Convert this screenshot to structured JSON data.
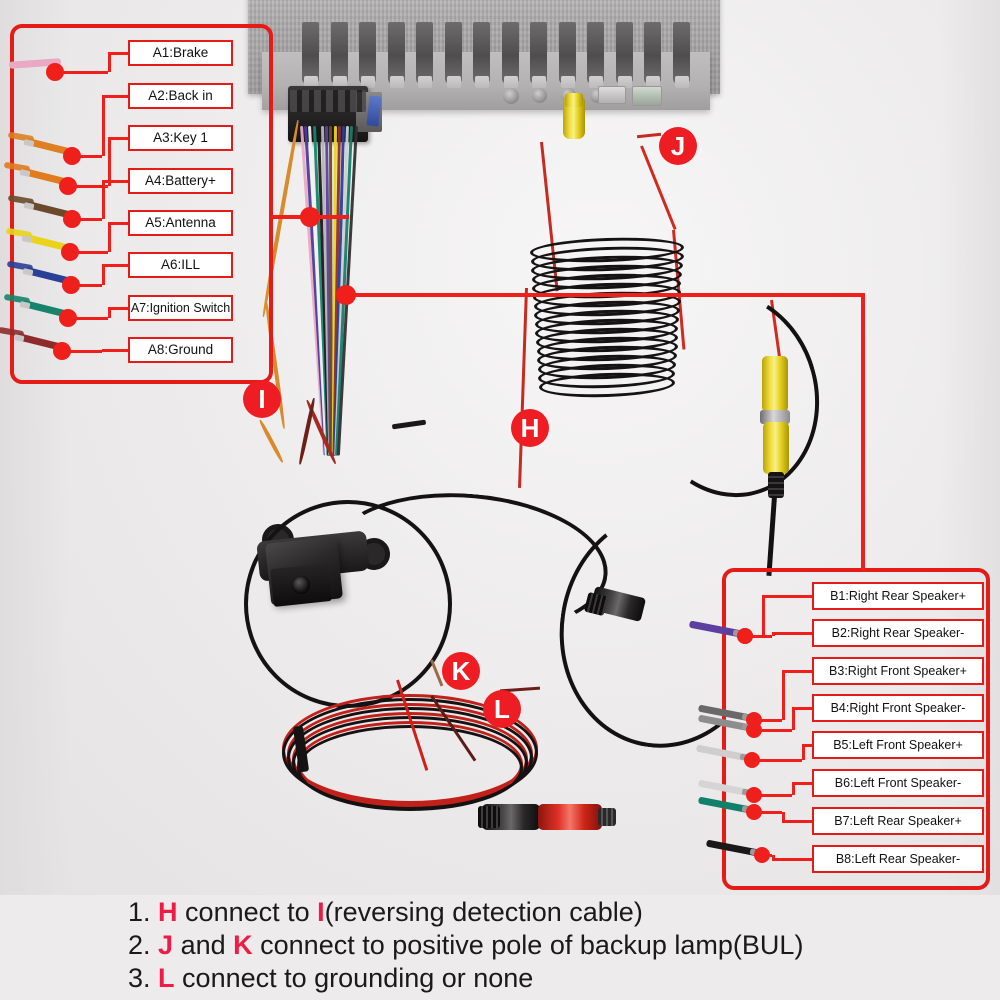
{
  "diagram": {
    "title": "Car head unit wiring harness and backup camera connection diagram",
    "accent_color": "#ee1c23",
    "label_border_color": "#e51b18",
    "background_color": "#ecebeb"
  },
  "harness_a_panel": {
    "name": "A connector wire labels",
    "labels": [
      {
        "id": "A1",
        "text": "A1:Brake",
        "wire_color": "#e9a8c4"
      },
      {
        "id": "A2",
        "text": "A2:Back in",
        "wire_color": "#dd7f22"
      },
      {
        "id": "A3",
        "text": "A3:Key 1",
        "wire_color": "#e07b1e"
      },
      {
        "id": "A4",
        "text": "A4:Battery+",
        "wire_color": "#6a4a2a"
      },
      {
        "id": "A5",
        "text": "A5:Antenna",
        "wire_color": "#ead31a"
      },
      {
        "id": "A6",
        "text": "A6:ILL",
        "wire_color": "#2a3f96"
      },
      {
        "id": "A7",
        "text": "A7:Ignition Switch",
        "wire_color": "#16846c"
      },
      {
        "id": "A8",
        "text": "A8:Ground",
        "wire_color": "#8e2c2c"
      }
    ]
  },
  "harness_b_panel": {
    "name": "B connector speaker wire labels",
    "labels": [
      {
        "id": "B1",
        "text": "B1:Right Rear Speaker+",
        "wire_color": "#5c3f9e"
      },
      {
        "id": "B2",
        "text": "B2:Right Rear Speaker-",
        "wire_color": "#5c3f9e"
      },
      {
        "id": "B3",
        "text": "B3:Right Front Speaker+",
        "wire_color": "#6a6868"
      },
      {
        "id": "B4",
        "text": "B4:Right Front Speaker-",
        "wire_color": "#8e8c8c"
      },
      {
        "id": "B5",
        "text": "B5:Left Front Speaker+",
        "wire_color": "#cfcdcd"
      },
      {
        "id": "B6",
        "text": "B6:Left Front Speaker-",
        "wire_color": "#d6d4d4"
      },
      {
        "id": "B7",
        "text": "B7:Left Rear Speaker+",
        "wire_color": "#13806c"
      },
      {
        "id": "B8",
        "text": "B8:Left Rear Speaker-",
        "wire_color": "#1a1818"
      }
    ]
  },
  "markers": {
    "h": "H",
    "i": "I",
    "j": "J",
    "k": "K",
    "l": "L"
  },
  "notes": {
    "line1": {
      "num": "1.",
      "marker": "H",
      "mid": " connect to ",
      "marker2": "I",
      "tail": "(reversing detection cable)"
    },
    "line2": {
      "num": "2.",
      "marker": "J",
      "mid": " and ",
      "marker2": "K",
      "tail": " connect to positive pole of backup lamp(BUL)"
    },
    "line3": {
      "num": "3.",
      "marker": "L",
      "tail": " connect to grounding or none"
    }
  }
}
